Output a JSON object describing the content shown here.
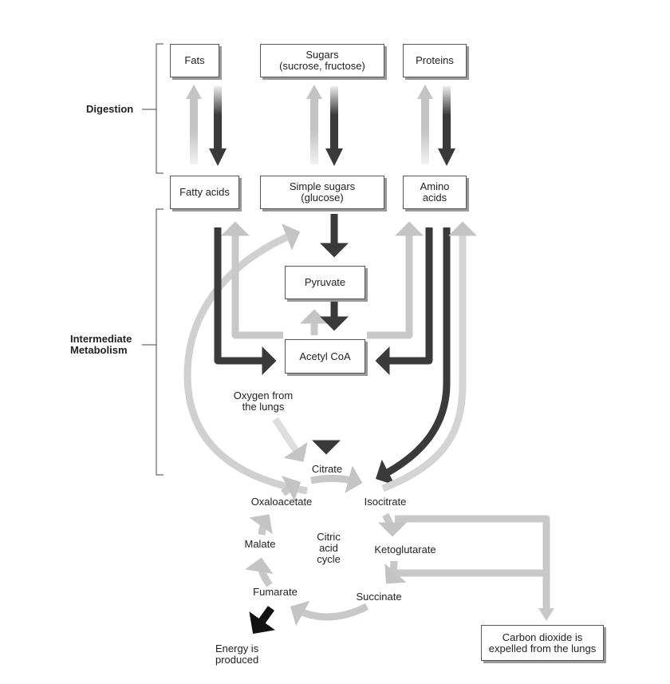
{
  "sections": {
    "digestion": "Digestion",
    "intermediate": "Intermediate\nMetabolism"
  },
  "boxes": {
    "fats": "Fats",
    "sugars": "Sugars\n(sucrose, fructose)",
    "proteins": "Proteins",
    "fatty_acids": "Fatty acids",
    "simple_sugars": "Simple sugars\n(glucose)",
    "amino_acids": "Amino\nacids",
    "pyruvate": "Pyruvate",
    "acetyl_coa": "Acetyl CoA",
    "co2": "Carbon dioxide is\nexpelled from the lungs"
  },
  "labels": {
    "oxygen": "Oxygen from\nthe lungs",
    "citrate": "Citrate",
    "isocitrate": "Isocitrate",
    "ketoglutarate": "Ketoglutarate",
    "succinate": "Succinate",
    "fumarate": "Fumarate",
    "malate": "Malate",
    "oxaloacetate": "Oxaloacetate",
    "cycle": "Citric\nacid\ncycle",
    "energy": "Energy is\nproduced"
  },
  "colors": {
    "anabolic_arrow": "#c8c8c8",
    "catabolic_arrow": "#3a3a3a",
    "energy_arrow": "#111111"
  }
}
